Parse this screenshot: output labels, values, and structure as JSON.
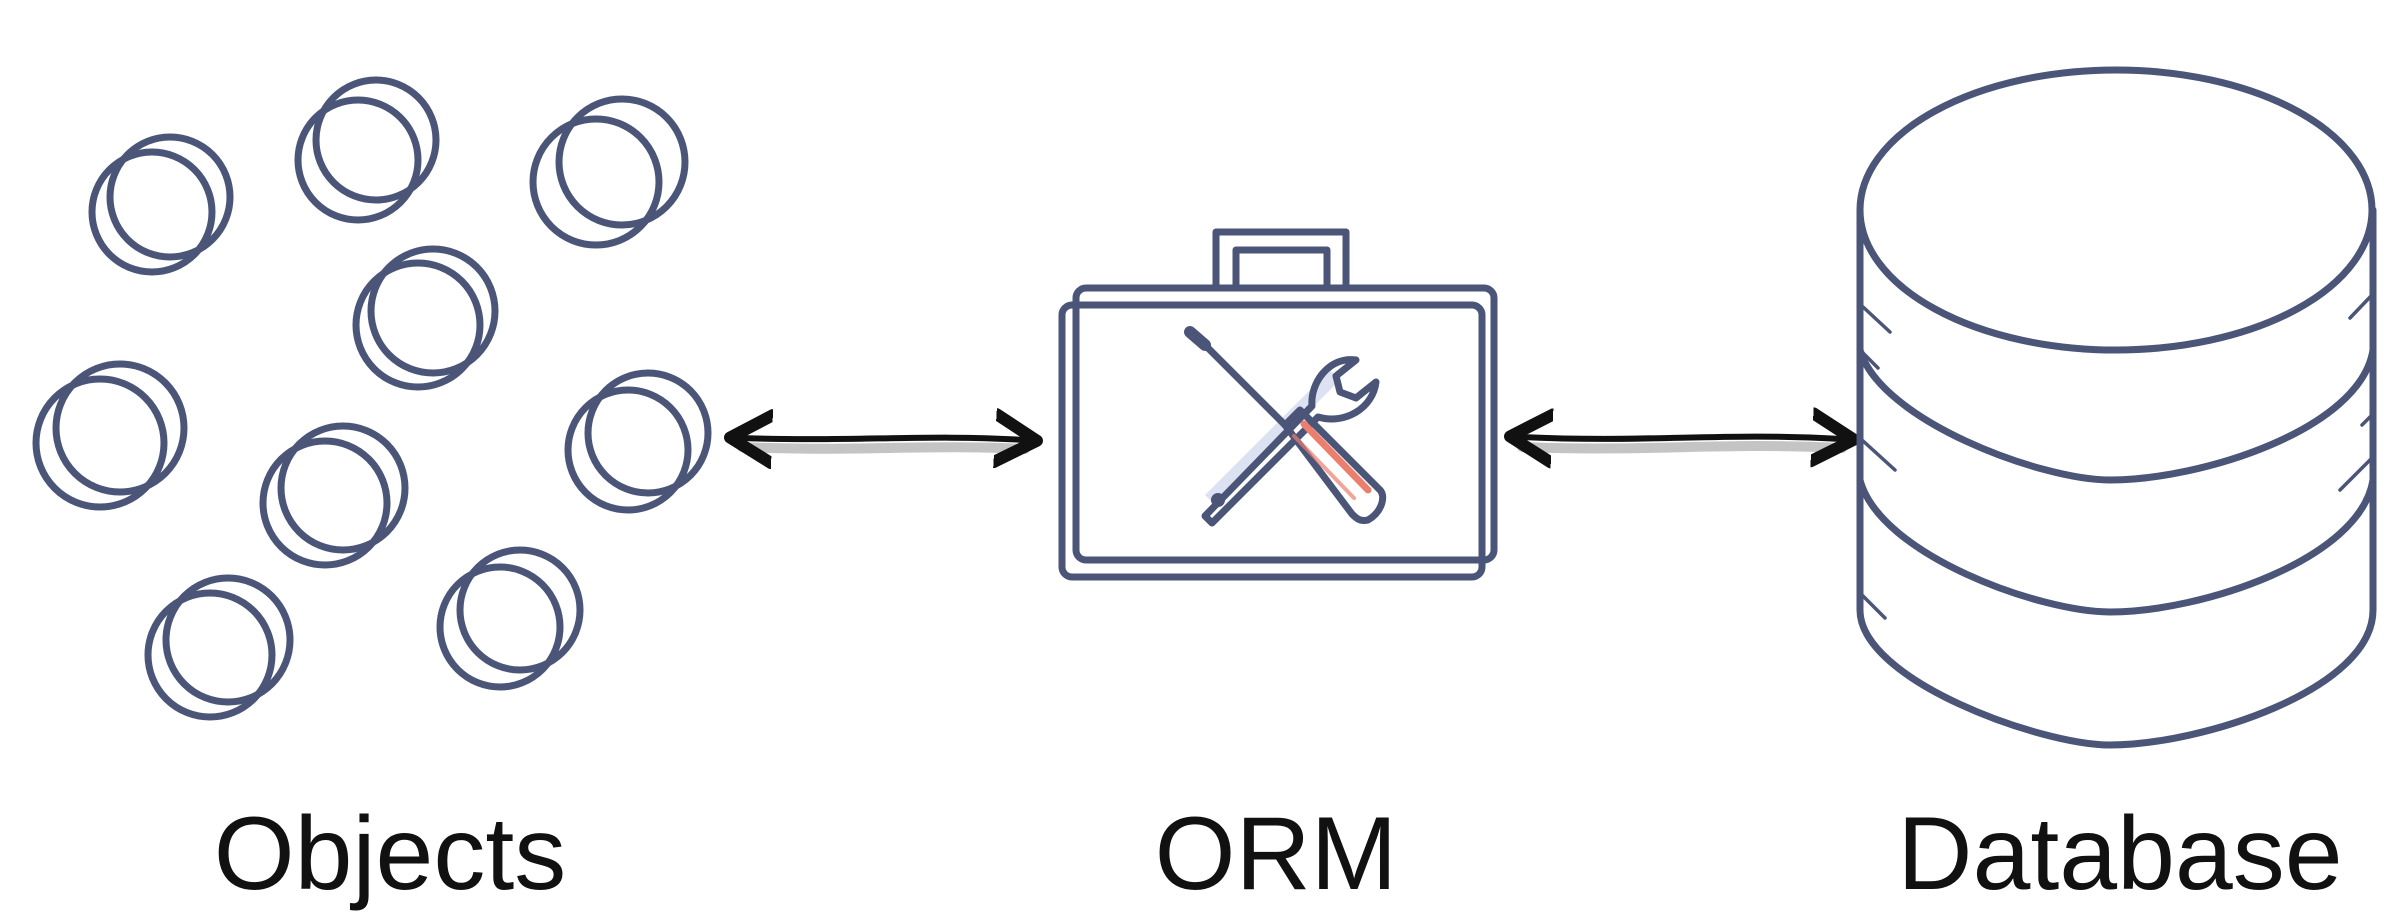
{
  "labels": {
    "objects": "Objects",
    "orm": "ORM",
    "database": "Database"
  },
  "icons": {
    "objects": "circle-object-icon",
    "orm": "toolbox-icon",
    "tools": "wrench-screwdriver-icon",
    "database": "database-cylinder-icon",
    "arrow": "double-headed-arrow-icon"
  },
  "colors": {
    "outline": "#4a5578",
    "object_fills": [
      "#f3b3a8",
      "#dde2f2",
      "#a6d1cd",
      "#ffffff"
    ],
    "toolbox_fill": "#f6cdb4",
    "database_top": "#dde2f2",
    "arrow": "#111111",
    "arrow_shadow": "#c4c4c4",
    "screwdriver_accent": "#ec7e6e"
  }
}
